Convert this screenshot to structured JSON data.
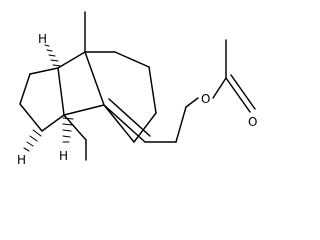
{
  "molecule": {
    "atoms": {
      "hydrogen_top": "H",
      "hydrogen_left": "H",
      "hydrogen_mid": "H",
      "ester_oxygen": "O",
      "carbonyl_oxygen": "O"
    },
    "colors": {
      "bond": "#000000",
      "background": "#ffffff"
    }
  }
}
